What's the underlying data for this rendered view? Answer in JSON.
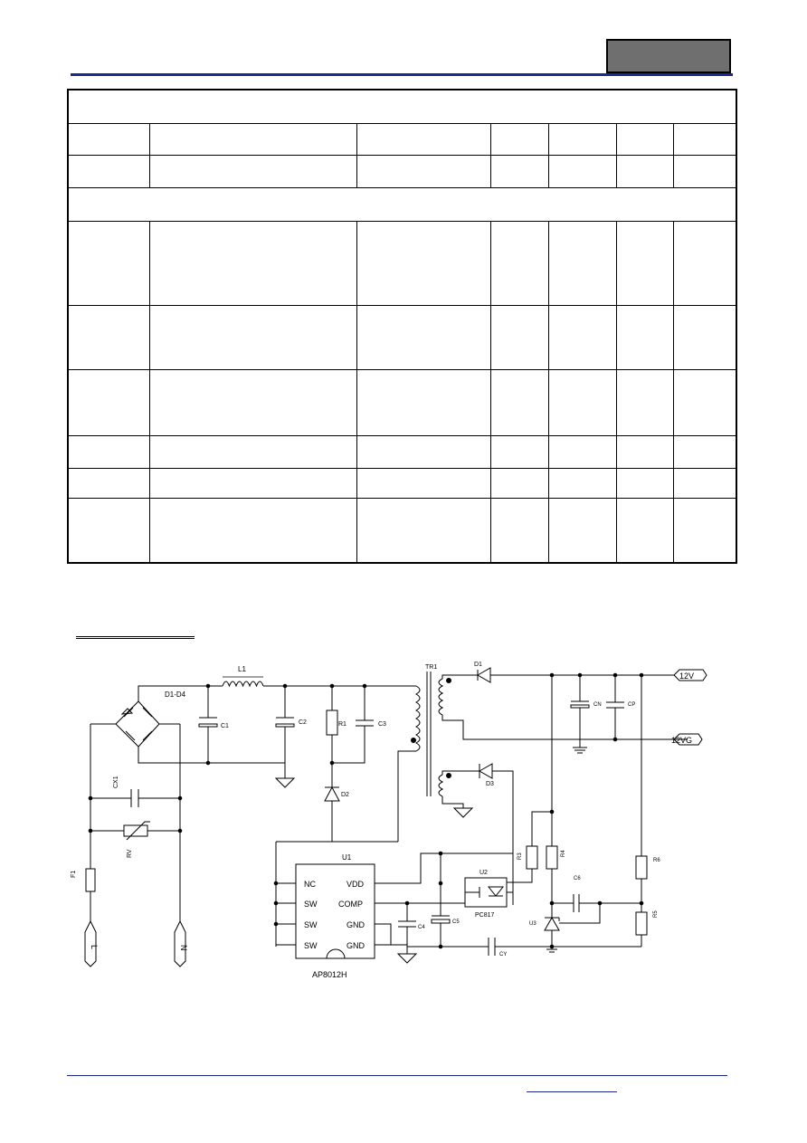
{
  "schematic": {
    "components": {
      "l1": "L1",
      "bridge": "D1-D4",
      "c1": "C1",
      "c2": "C2",
      "r1": "R1",
      "c3": "C3",
      "d2": "D2",
      "tr1": "TR1",
      "d1": "D1",
      "d3": "D3",
      "cn": "CN",
      "cp": "CP",
      "cx1": "CX1",
      "rv": "RV",
      "f1": "F1",
      "u1": "U1",
      "c4": "C4",
      "c5": "C5",
      "r3": "R3",
      "r4": "R4",
      "u2": "U2",
      "pc817": "PC817",
      "u3": "U3",
      "c6": "C6",
      "r5": "R5",
      "r6": "R6",
      "cy": "CY",
      "ic_part": "AP8012H"
    },
    "ic_pins": {
      "left": [
        "NC",
        "SW",
        "SW",
        "SW"
      ],
      "right": [
        "VDD",
        "COMP",
        "GND",
        "GND"
      ]
    },
    "nets": {
      "out_12v": "12V",
      "out_12vg": "12VG"
    },
    "inputs": {
      "line": "L",
      "neutral": "N"
    }
  }
}
